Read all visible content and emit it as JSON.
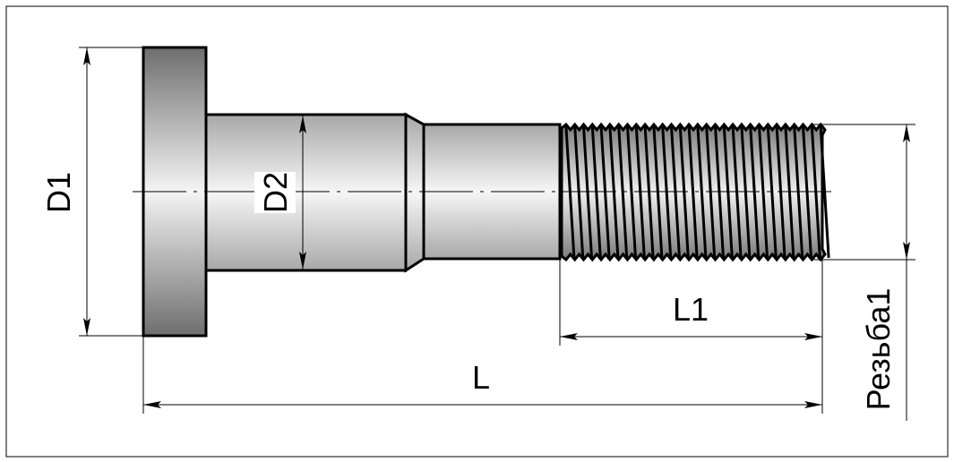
{
  "drawing": {
    "labels": {
      "d1": "D1",
      "d2": "D2",
      "l": "L",
      "l1": "L1",
      "thread": "Резьба1"
    },
    "colors": {
      "outline": "#000000",
      "flange_dark": "#6e6e6e",
      "body_light": "#f4f4f4",
      "body_mid": "#a8a8a8",
      "thread_dark": "#7a7a7a"
    }
  }
}
